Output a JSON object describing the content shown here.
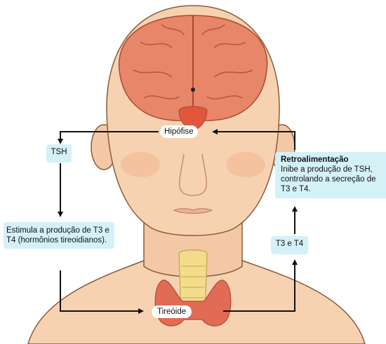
{
  "labels": {
    "pituitary": "Hipófise",
    "thyroid": "Tireóide",
    "tsh": "TSH",
    "stimulates": "Estimula a produção de T3 e T4 (hormônios tireoidianos).",
    "hormones": "T3 e T4",
    "feedback_title": "Retroalimentação",
    "feedback_text": "Inibe a produção de TSH, controlando a secreção de T3 e T4."
  },
  "colors": {
    "skin": "#f6d2b0",
    "outline": "#8a5a3c",
    "brain": "#e8866a",
    "brain_dark": "#c65a3f",
    "thyroid": "#e26b55",
    "trachea": "#f3dd8c",
    "label_box": "#d4f1f7",
    "arrow": "#111111"
  }
}
